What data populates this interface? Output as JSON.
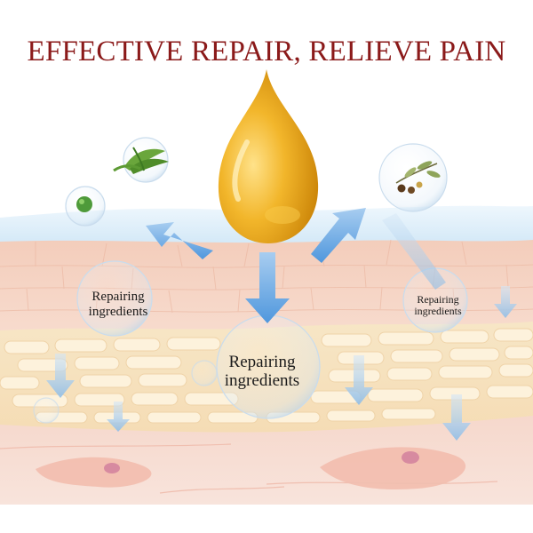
{
  "headline": "EFFECTIVE REPAIR, RELIEVE PAIN",
  "labels": {
    "left": "Repairing ingredients",
    "center": "Repairing ingredients",
    "right": "Repairing ingredients"
  },
  "colors": {
    "headline": "#8b1a1a",
    "oil_drop": "#e6a817",
    "arrow": "#5a9fe0",
    "skin_surface": "#f6d3c3",
    "fat_layer": "#f7e2bd",
    "deep_tissue": "#f5d6c8"
  },
  "icons": [
    "oil-drop",
    "aloe-leaf-bubble",
    "green-berry-bubble",
    "olive-branch-bubble"
  ]
}
